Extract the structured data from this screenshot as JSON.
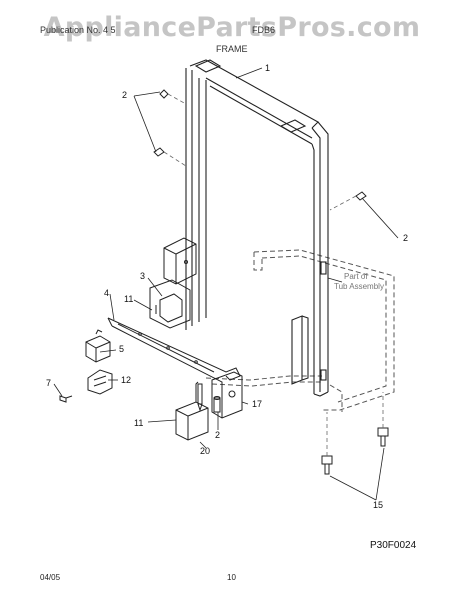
{
  "header": {
    "watermark": "AppliancePartsPros.com",
    "model_line": "Publication No. 4 5",
    "model_right": "FDB6",
    "section_title": "FRAME"
  },
  "diagram": {
    "callouts": [
      "1",
      "2",
      "2",
      "3",
      "4",
      "11",
      "5",
      "12",
      "7",
      "11",
      "20",
      "2",
      "17",
      "15"
    ],
    "tub_note_line1": "Part of",
    "tub_note_line2": "Tub Assembly",
    "figure_code": "P30F0024"
  },
  "footer": {
    "date": "04/05",
    "page": "10"
  },
  "colors": {
    "line": "#222222",
    "dashed": "#555555",
    "watermark": "#969696"
  }
}
